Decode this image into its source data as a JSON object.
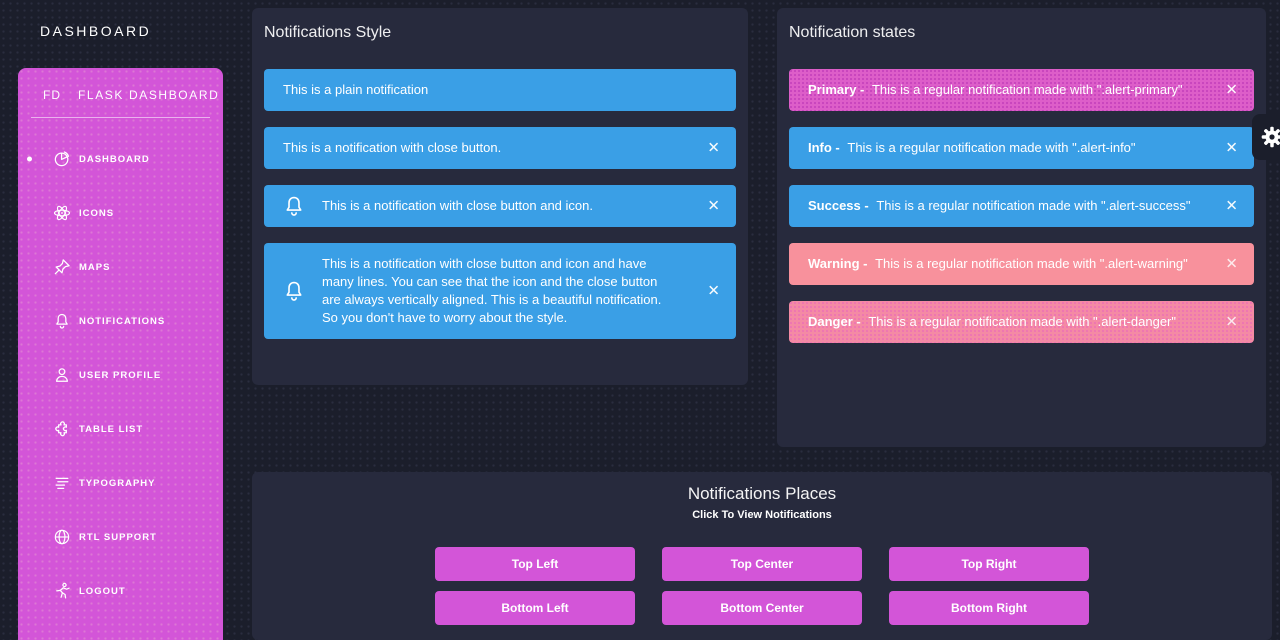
{
  "navbar": {
    "title": "DASHBOARD"
  },
  "sidebar": {
    "logo_mini": "FD",
    "logo_text": "FLASK DASHBOARD",
    "items": [
      {
        "label": "DASHBOARD",
        "icon": "pie-chart-icon",
        "active": true
      },
      {
        "label": "ICONS",
        "icon": "atom-icon",
        "active": false
      },
      {
        "label": "MAPS",
        "icon": "pin-icon",
        "active": false
      },
      {
        "label": "NOTIFICATIONS",
        "icon": "bell-icon",
        "active": false
      },
      {
        "label": "USER PROFILE",
        "icon": "user-icon",
        "active": false
      },
      {
        "label": "TABLE LIST",
        "icon": "puzzle-icon",
        "active": false
      },
      {
        "label": "TYPOGRAPHY",
        "icon": "typography-icon",
        "active": false
      },
      {
        "label": "RTL SUPPORT",
        "icon": "globe-icon",
        "active": false
      },
      {
        "label": "LOGOUT",
        "icon": "logout-icon",
        "active": false
      }
    ]
  },
  "style_card": {
    "title": "Notifications Style",
    "alerts": [
      {
        "text": "This is a plain notification",
        "has_close": false,
        "has_icon": false
      },
      {
        "text": "This is a notification with close button.",
        "has_close": true,
        "has_icon": false
      },
      {
        "text": "This is a notification with close button and icon.",
        "has_close": true,
        "has_icon": true
      },
      {
        "text": "This is a notification with close button and icon and have many lines. You can see that the icon and the close button are always vertically aligned. This is a beautiful notification. So you don't have to worry about the style.",
        "has_close": true,
        "has_icon": true
      }
    ]
  },
  "states_card": {
    "title": "Notification states",
    "alerts": [
      {
        "label": "Primary - ",
        "text": "This is a regular notification made with \".alert-primary\"",
        "variant": "primary"
      },
      {
        "label": "Info - ",
        "text": "This is a regular notification made with \".alert-info\"",
        "variant": "info"
      },
      {
        "label": "Success - ",
        "text": "This is a regular notification made with \".alert-success\"",
        "variant": "success"
      },
      {
        "label": "Warning - ",
        "text": "This is a regular notification made with \".alert-warning\"",
        "variant": "warning"
      },
      {
        "label": "Danger - ",
        "text": "This is a regular notification made with \".alert-danger\"",
        "variant": "danger"
      }
    ]
  },
  "places_card": {
    "title": "Notifications Places",
    "subtitle": "Click To View Notifications",
    "buttons": [
      {
        "label": "Top Left"
      },
      {
        "label": "Top Center"
      },
      {
        "label": "Top Right"
      },
      {
        "label": "Bottom Left"
      },
      {
        "label": "Bottom Center"
      },
      {
        "label": "Bottom Right"
      }
    ]
  },
  "glyphs": {
    "close": "✕"
  },
  "colors": {
    "page_bg": "#1b1e2b",
    "card_bg": "#272a3d",
    "sidebar_pink": "#d355d8",
    "button_magenta": "#d355d8",
    "alert_blue": "#3a9fe6",
    "alert_primary_pink": "#dd5ec9",
    "alert_warning_salmon": "#f8919c",
    "alert_danger_pink": "#f48aa4",
    "text_white": "#ffffff"
  }
}
